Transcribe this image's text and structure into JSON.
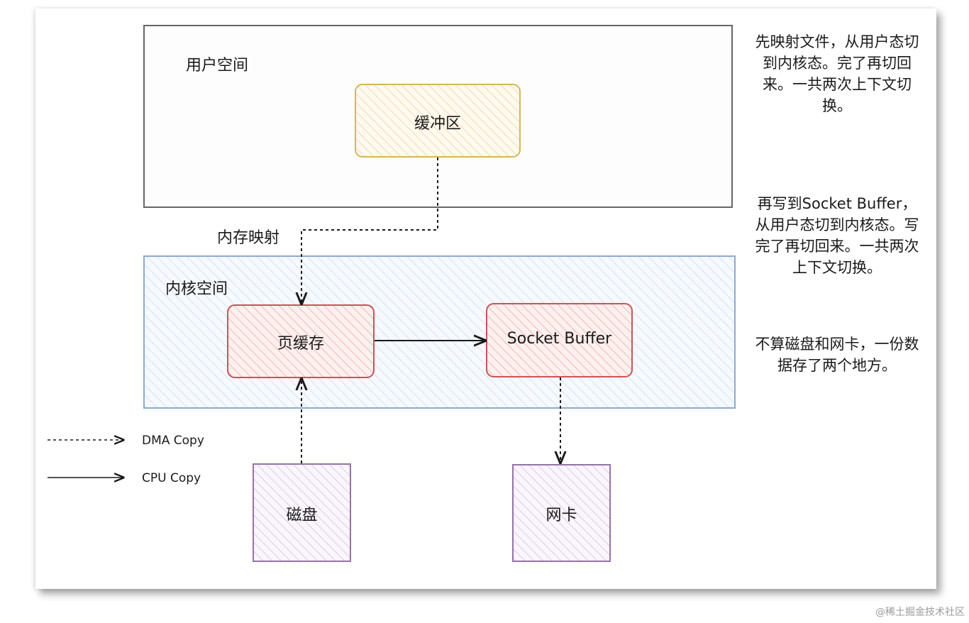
{
  "zones": {
    "user_space": {
      "label": "用户空间"
    },
    "kernel_space": {
      "label": "内核空间"
    }
  },
  "boxes": {
    "buffer": {
      "label": "缓冲区"
    },
    "page_cache": {
      "label": "页缓存"
    },
    "socket_buffer": {
      "label": "Socket Buffer"
    },
    "disk": {
      "label": "磁盘"
    },
    "nic": {
      "label": "网卡"
    }
  },
  "edges": {
    "mmap_label": "内存映射"
  },
  "legend": {
    "dma": "DMA Copy",
    "cpu": "CPU Copy"
  },
  "notes": [
    "先映射文件，从用户态切到内核态。完了再切回来。一共两次上下文切换。",
    "再写到Socket Buffer，从用户态切到内核态。写完了再切回来。一共两次上下文切换。",
    "不算磁盘和网卡，一份数据存了两个地方。"
  ],
  "watermark": "@稀土掘金技术社区",
  "colors": {
    "buffer_stroke": "#d6b656",
    "buffer_fill": "#fff2cc",
    "cache_stroke": "#c8555a",
    "cache_fill": "#f8cecc",
    "kernel_stroke": "#8fa9d0",
    "kernel_fill": "#dae8fc",
    "device_stroke": "#9673a6",
    "device_fill": "#e1d5e7"
  }
}
